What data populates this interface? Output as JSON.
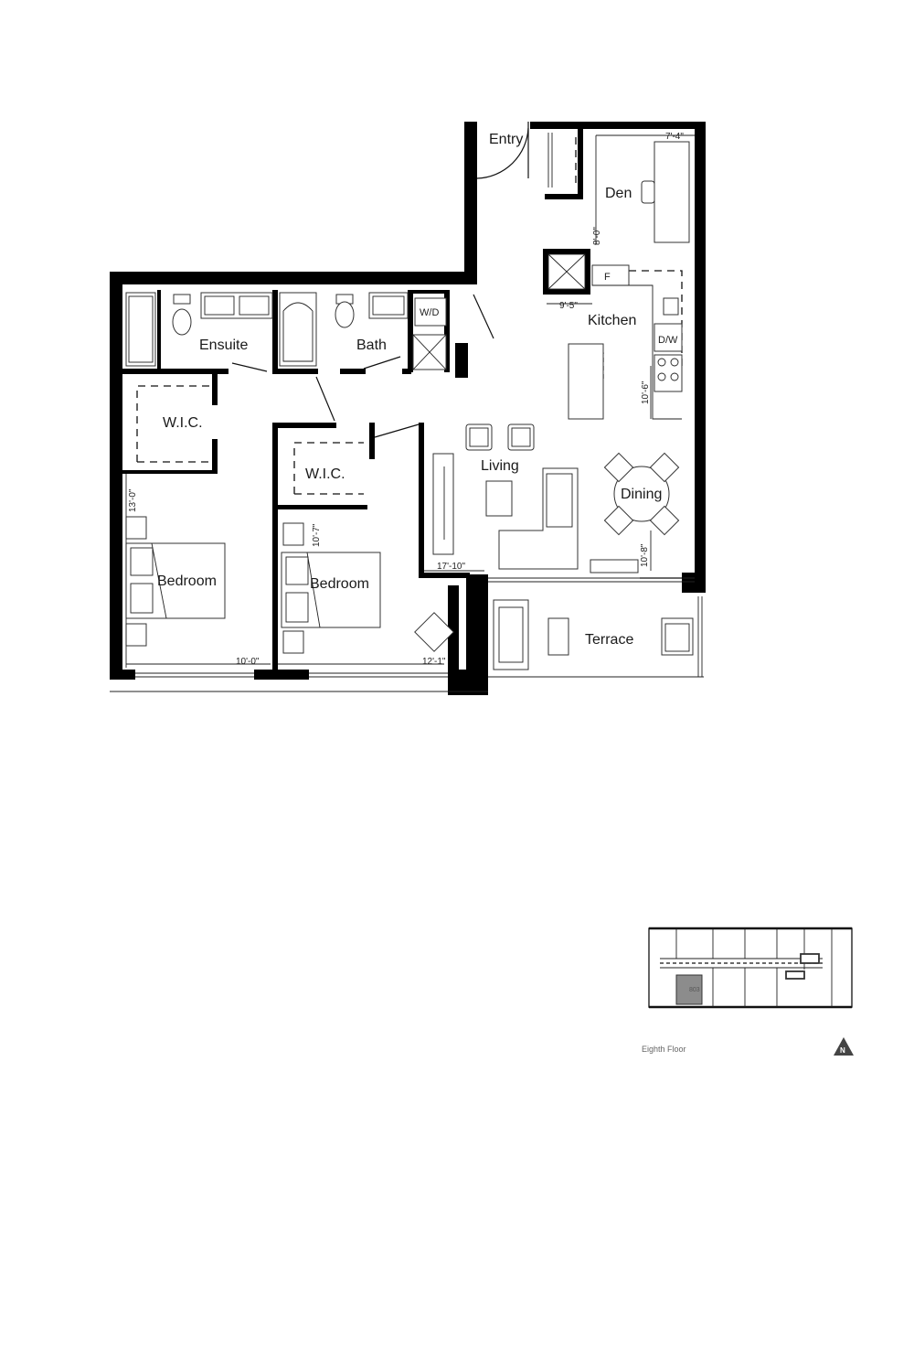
{
  "rooms": {
    "entry": "Entry",
    "den": "Den",
    "ensuite": "Ensuite",
    "bath": "Bath",
    "wd": "W/D",
    "kitchen": "Kitchen",
    "fridge": "F",
    "dishwasher": "D/W",
    "wic1": "W.I.C.",
    "wic2": "W.I.C.",
    "living": "Living",
    "dining": "Dining",
    "bedroom1": "Bedroom",
    "bedroom2": "Bedroom",
    "terrace": "Terrace"
  },
  "dimensions": {
    "den_width": "7'-4\"",
    "den_depth": "8'-0\"",
    "kitchen_width": "9'-5\"",
    "kitchen_depth": "10'-6\"",
    "bedroom1_depth": "13'-0\"",
    "bedroom1_width": "10'-0\"",
    "bedroom2_depth": "10'-7\"",
    "bedroom2_width": "12'-1\"",
    "living_width": "17'-10\"",
    "living_depth": "10'-8\""
  },
  "key_plan": {
    "floor_label": "Eighth Floor",
    "unit_tag": "803",
    "north_label": "N"
  },
  "colors": {
    "wall": "#000000",
    "highlight_unit": "#8c8c8c"
  }
}
